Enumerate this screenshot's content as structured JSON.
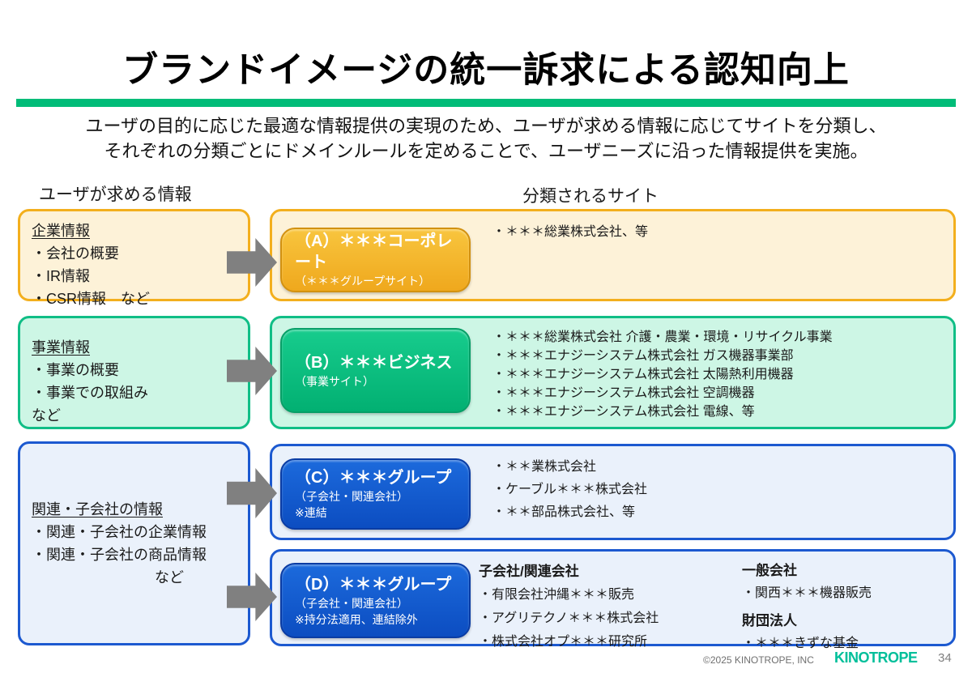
{
  "slide": {
    "title": "ブランドイメージの統一訴求による認知向上",
    "subtitle_line1": "ユーザの目的に応じた最適な情報提供の実現のため、ユーザが求める情報に応じてサイトを分類し、",
    "subtitle_line2": "それぞれの分類ごとにドメインルールを定めることで、ユーザニーズに沿った情報提供を実施。",
    "left_column_header": "ユーザが求める情報",
    "right_column_header": "分類されるサイト"
  },
  "left_boxes": [
    {
      "title": "企業情報",
      "items": [
        "・会社の概要",
        "・IR情報",
        "・CSR情報　など"
      ],
      "etc": ""
    },
    {
      "title": "事業情報",
      "items": [
        "・事業の概要",
        "・事業での取組み"
      ],
      "etc": "など"
    },
    {
      "title": "関連・子会社の情報",
      "items": [
        "・関連・子会社の企業情報",
        "・関連・子会社の商品情報"
      ],
      "etc": "など"
    }
  ],
  "right_boxes": [
    {
      "label": "（A）＊＊＊コーポレート",
      "sublabel": "（＊＊＊グループサイト）",
      "note": "",
      "items": [
        "・＊＊＊総業株式会社、等"
      ]
    },
    {
      "label": "（B）＊＊＊ビジネス",
      "sublabel": "（事業サイト）",
      "note": "",
      "items": [
        "・＊＊＊総業株式会社 介護・農業・環境・リサイクル事業",
        "・＊＊＊エナジーシステム株式会社 ガス機器事業部",
        "・＊＊＊エナジーシステム株式会社 太陽熱利用機器",
        "・＊＊＊エナジーシステム株式会社 空調機器",
        "・＊＊＊エナジーシステム株式会社 電線、等"
      ]
    },
    {
      "label": "（C）＊＊＊グループ",
      "sublabel": "（子会社・関連会社）",
      "note": "※連結",
      "items": [
        "・＊＊業株式会社",
        "・ケーブル＊＊＊株式会社",
        "・＊＊部品株式会社、等"
      ]
    },
    {
      "label": "（D）＊＊＊グループ",
      "sublabel": "（子会社・関連会社）",
      "note": "※持分法適用、連結除外",
      "col1": {
        "header": "子会社/関連会社",
        "items": [
          "・有限会社沖縄＊＊＊販売",
          "・アグリテクノ＊＊＊株式会社",
          "・株式会社オプ＊＊＊研究所"
        ]
      },
      "col2": [
        {
          "header": "一般会社",
          "items": [
            "・関西＊＊＊機器販売"
          ]
        },
        {
          "header": "財団法人",
          "items": [
            "・＊＊＊きずな基金"
          ]
        }
      ]
    }
  ],
  "footer": {
    "copyright": "©2025 KINOTROPE, INC",
    "logo": "KINOTROPE",
    "page_number": "34"
  },
  "colors": {
    "accent_green": "#00BC78",
    "yellow_border": "#F3AF1D",
    "yellow_fill": "#FDF2D8",
    "green_border": "#10BE86",
    "green_fill": "#CDF6E5",
    "blue_border": "#1C59D0",
    "blue_fill": "#EAF1FB",
    "button_amber": "#EFA81D",
    "button_green": "#02B072",
    "button_blue": "#0C4DC1",
    "arrow_gray": "#808080",
    "logo_teal": "#00BF9A"
  }
}
